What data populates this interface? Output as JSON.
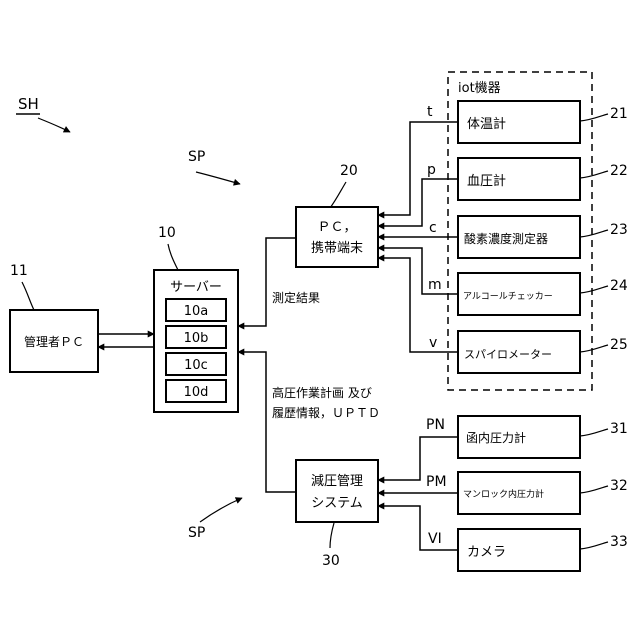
{
  "labels": {
    "sh": "SH",
    "sp_top": "SP",
    "sp_bottom": "SP"
  },
  "iot_group": {
    "title": "iot機器"
  },
  "server": {
    "ref": "10",
    "title": "サーバー",
    "slots": [
      "10a",
      "10b",
      "10c",
      "10d"
    ]
  },
  "admin_pc": {
    "ref": "11",
    "text": "管理者ＰＣ"
  },
  "terminal": {
    "ref": "20",
    "line1": "ＰＣ，",
    "line2": "携帯端末"
  },
  "decompression": {
    "ref": "30",
    "line1": "減圧管理",
    "line2": "システム"
  },
  "devices_iot": [
    {
      "ref": "21",
      "name": "体温計",
      "signal": "t"
    },
    {
      "ref": "22",
      "name": "血圧計",
      "signal": "p"
    },
    {
      "ref": "23",
      "name": "酸素濃度測定器",
      "signal": "c"
    },
    {
      "ref": "24",
      "name": "アルコールチェッカー",
      "signal": "m"
    },
    {
      "ref": "25",
      "name": "スパイロメーター",
      "signal": "v"
    }
  ],
  "devices_pressure": [
    {
      "ref": "31",
      "name": "函内圧力計",
      "signal": "PN"
    },
    {
      "ref": "32",
      "name": "マンロック内圧力計",
      "signal": "PM"
    },
    {
      "ref": "33",
      "name": "カメラ",
      "signal": "VI"
    }
  ],
  "flows": {
    "measurement": "測定結果",
    "plan_line1": "高圧作業計画 及び",
    "plan_line2": "履歴情報，ＵＰＴＤ"
  }
}
